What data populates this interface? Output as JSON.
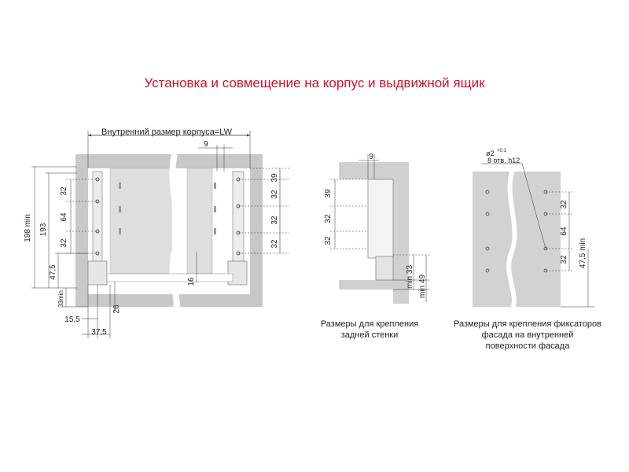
{
  "title": "Установка и совмещение на корпус и выдвижной ящик",
  "views": {
    "cabinet": {
      "width_label": "Внутренний размер корпуса=LW",
      "dim_top": "9",
      "dims_left": [
        "32",
        "64",
        "32"
      ],
      "dim_198": "198 min",
      "dim_193": "193",
      "dim_475": "47,5",
      "dim_33": "33min",
      "dim_155": "15,5",
      "dim_375": "37,5",
      "dim_26": "26",
      "dim_16": "16",
      "dims_right": [
        "39",
        "32",
        "32",
        "32"
      ]
    },
    "back_wall": {
      "dim_top": "9",
      "dims_left": [
        "39",
        "32",
        "32"
      ],
      "dim_min33": "min 33",
      "dim_min49": "min 49",
      "caption_line1": "Размеры для крепления",
      "caption_line2": "задней стенки"
    },
    "front": {
      "hole_diameter": "ø2",
      "hole_depth": "+0.1",
      "holes_note": "8 отв. h12",
      "dims_right": [
        "32",
        "64",
        "32"
      ],
      "dim_475": "47,5 min",
      "caption_line1": "Размеры для крепления фиксаторов",
      "caption_line2": "фасада на внутренней",
      "caption_line3": "поверхности фасада"
    }
  }
}
